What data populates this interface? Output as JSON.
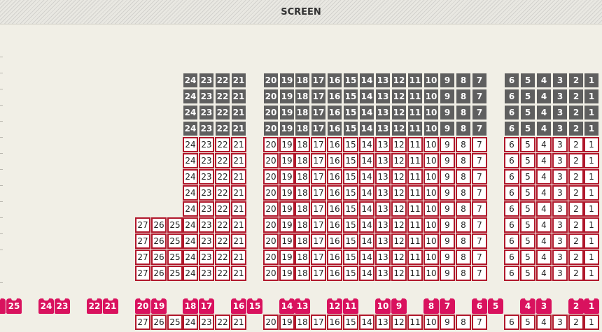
{
  "screen_label": "SCREEN",
  "rows": [
    {
      "type": "sold",
      "cols": [
        "24",
        "23",
        "22",
        "21",
        "20",
        "19",
        "18",
        "17",
        "16",
        "15",
        "14",
        "13",
        "12",
        "11",
        "10",
        "9",
        "8",
        "7",
        "6",
        "5",
        "4",
        "3",
        "2",
        "1"
      ]
    },
    {
      "type": "sold",
      "cols": [
        "24",
        "23",
        "22",
        "21",
        "20",
        "19",
        "18",
        "17",
        "16",
        "15",
        "14",
        "13",
        "12",
        "11",
        "10",
        "9",
        "8",
        "7",
        "6",
        "5",
        "4",
        "3",
        "2",
        "1"
      ]
    },
    {
      "type": "sold",
      "cols": [
        "24",
        "23",
        "22",
        "21",
        "20",
        "19",
        "18",
        "17",
        "16",
        "15",
        "14",
        "13",
        "12",
        "11",
        "10",
        "9",
        "8",
        "7",
        "6",
        "5",
        "4",
        "3",
        "2",
        "1"
      ]
    },
    {
      "type": "sold",
      "cols": [
        "24",
        "23",
        "22",
        "21",
        "20",
        "19",
        "18",
        "17",
        "16",
        "15",
        "14",
        "13",
        "12",
        "11",
        "10",
        "9",
        "8",
        "7",
        "6",
        "5",
        "4",
        "3",
        "2",
        "1"
      ]
    },
    {
      "type": "open",
      "cols": [
        "24",
        "23",
        "22",
        "21",
        "20",
        "19",
        "18",
        "17",
        "16",
        "15",
        "14",
        "13",
        "12",
        "11",
        "10",
        "9",
        "8",
        "7",
        "6",
        "5",
        "4",
        "3",
        "2",
        "1"
      ]
    },
    {
      "type": "open",
      "cols": [
        "24",
        "23",
        "22",
        "21",
        "20",
        "19",
        "18",
        "17",
        "16",
        "15",
        "14",
        "13",
        "12",
        "11",
        "10",
        "9",
        "8",
        "7",
        "6",
        "5",
        "4",
        "3",
        "2",
        "1"
      ]
    },
    {
      "type": "open",
      "cols": [
        "24",
        "23",
        "22",
        "21",
        "20",
        "19",
        "18",
        "17",
        "16",
        "15",
        "14",
        "13",
        "12",
        "11",
        "10",
        "9",
        "8",
        "7",
        "6",
        "5",
        "4",
        "3",
        "2",
        "1"
      ]
    },
    {
      "type": "open",
      "cols": [
        "24",
        "23",
        "22",
        "21",
        "20",
        "19",
        "18",
        "17",
        "16",
        "15",
        "14",
        "13",
        "12",
        "11",
        "10",
        "9",
        "8",
        "7",
        "6",
        "5",
        "4",
        "3",
        "2",
        "1"
      ]
    },
    {
      "type": "open",
      "cols": [
        "24",
        "23",
        "22",
        "21",
        "20",
        "19",
        "18",
        "17",
        "16",
        "15",
        "14",
        "13",
        "12",
        "11",
        "10",
        "9",
        "8",
        "7",
        "6",
        "5",
        "4",
        "3",
        "2",
        "1"
      ]
    },
    {
      "type": "open",
      "cols": [
        "27",
        "26",
        "25",
        "24",
        "23",
        "22",
        "21",
        "20",
        "19",
        "18",
        "17",
        "16",
        "15",
        "14",
        "13",
        "12",
        "11",
        "10",
        "9",
        "8",
        "7",
        "6",
        "5",
        "4",
        "3",
        "2",
        "1"
      ]
    },
    {
      "type": "open",
      "cols": [
        "27",
        "26",
        "25",
        "24",
        "23",
        "22",
        "21",
        "20",
        "19",
        "18",
        "17",
        "16",
        "15",
        "14",
        "13",
        "12",
        "11",
        "10",
        "9",
        "8",
        "7",
        "6",
        "5",
        "4",
        "3",
        "2",
        "1"
      ]
    },
    {
      "type": "open",
      "cols": [
        "27",
        "26",
        "25",
        "24",
        "23",
        "22",
        "21",
        "20",
        "19",
        "18",
        "17",
        "16",
        "15",
        "14",
        "13",
        "12",
        "11",
        "10",
        "9",
        "8",
        "7",
        "6",
        "5",
        "4",
        "3",
        "2",
        "1"
      ]
    },
    {
      "type": "open",
      "cols": [
        "27",
        "26",
        "25",
        "24",
        "23",
        "22",
        "21",
        "20",
        "19",
        "18",
        "17",
        "16",
        "15",
        "14",
        "13",
        "12",
        "11",
        "10",
        "9",
        "8",
        "7",
        "6",
        "5",
        "4",
        "3",
        "2",
        "1"
      ]
    },
    {
      "type": "wheel",
      "cols": [
        "25",
        "24",
        "23",
        "22",
        "21",
        "20",
        "19",
        "18",
        "17",
        "16",
        "15",
        "14",
        "13",
        "12",
        "11",
        "10",
        "9",
        "8",
        "7",
        "6",
        "5",
        "4",
        "3",
        "2",
        "1"
      ]
    },
    {
      "type": "open",
      "cols": [
        "27",
        "26",
        "25",
        "24",
        "23",
        "22",
        "21",
        "20",
        "19",
        "18",
        "17",
        "16",
        "15",
        "14",
        "13",
        "12",
        "11",
        "10",
        "9",
        "8",
        "7",
        "6",
        "5",
        "4",
        "3",
        "2",
        "1"
      ]
    }
  ],
  "colors": {
    "sold": "#5f5f5f",
    "available_border": "#b0172b",
    "wheelchair": "#d9125e",
    "background": "#f1efe6"
  }
}
